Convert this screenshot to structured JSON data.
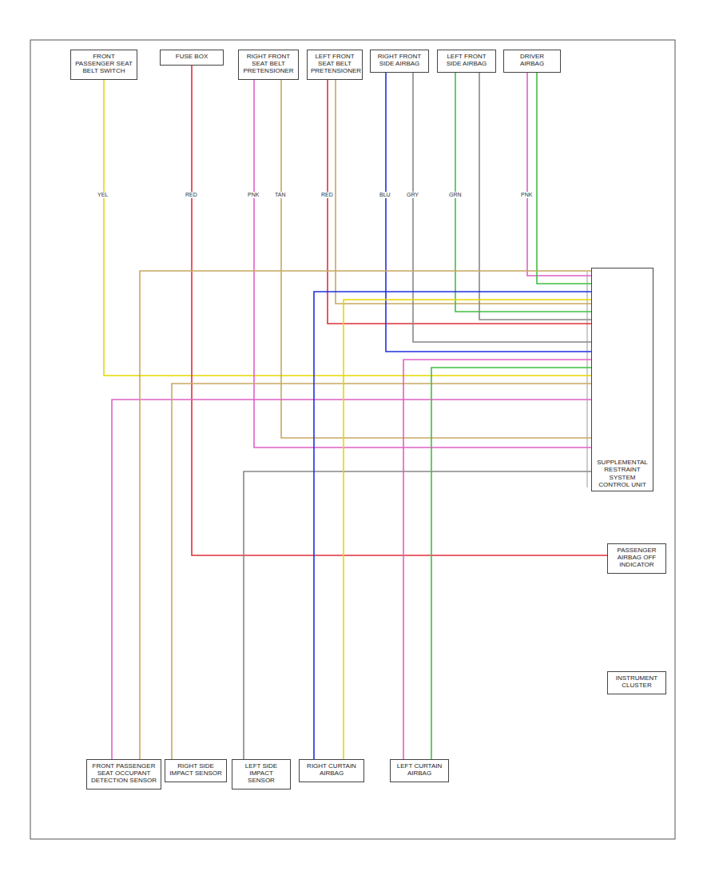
{
  "diagram": {
    "nodes": [
      {
        "text": [
          "FRONT PASSENGER SEAT BELT SWITCH"
        ]
      },
      {
        "text": [
          "FUSE BOX"
        ]
      },
      {
        "text": [
          "RIGHT FRONT SEAT BELT PRETENSIONER"
        ]
      },
      {
        "text": [
          "LEFT FRONT SEAT BELT PRETENSIONER"
        ]
      },
      {
        "text": [
          "RIGHT FRONT SIDE AIRBAG"
        ]
      },
      {
        "text": [
          "LEFT FRONT SIDE AIRBAG"
        ]
      },
      {
        "text": [
          "DRIVER AIRBAG"
        ]
      },
      {
        "text": [
          "SUPPLEMENTAL RESTRAINT SYSTEM CONTROL UNIT"
        ]
      },
      {
        "text": [
          "PASSENGER AIRBAG OFF INDICATOR"
        ]
      },
      {
        "text": [
          "INSTRUMENT CLUSTER"
        ]
      },
      {
        "text": [
          "FRONT PASSENGER SEAT OCCUPANT DETECTION SENSOR"
        ]
      },
      {
        "text": [
          "RIGHT SIDE IMPACT SENSOR"
        ]
      },
      {
        "text": [
          "LEFT SIDE IMPACT SENSOR"
        ]
      },
      {
        "text": [
          "RIGHT CURTAIN AIRBAG"
        ]
      },
      {
        "text": [
          "LEFT CURTAIN AIRBAG"
        ]
      }
    ],
    "edges": [
      {
        "from": 0,
        "to": 7,
        "arrow": "none"
      },
      {
        "from": 1,
        "to": 8,
        "arrow": "none"
      },
      {
        "from": 2,
        "to": 7,
        "arrow": "none"
      },
      {
        "from": 2,
        "to": 7,
        "arrow": "none"
      },
      {
        "from": 3,
        "to": 7,
        "arrow": "none"
      },
      {
        "from": 3,
        "to": 7,
        "arrow": "none"
      },
      {
        "from": 4,
        "to": 7,
        "arrow": "none"
      },
      {
        "from": 4,
        "to": 7,
        "arrow": "none"
      },
      {
        "from": 5,
        "to": 7,
        "arrow": "none"
      },
      {
        "from": 5,
        "to": 7,
        "arrow": "none"
      },
      {
        "from": 6,
        "to": 7,
        "arrow": "none"
      },
      {
        "from": 6,
        "to": 7,
        "arrow": "none"
      },
      {
        "from": 10,
        "to": 7,
        "arrow": "none"
      },
      {
        "from": 10,
        "to": 7,
        "arrow": "none"
      },
      {
        "from": 11,
        "to": 7,
        "arrow": "none"
      },
      {
        "from": 12,
        "to": 7,
        "arrow": "none"
      },
      {
        "from": 13,
        "to": 7,
        "arrow": "none"
      },
      {
        "from": 13,
        "to": 7,
        "arrow": "none"
      },
      {
        "from": 14,
        "to": 7,
        "arrow": "none"
      },
      {
        "from": 14,
        "to": 7,
        "arrow": "none"
      }
    ],
    "labels": [
      "YEL",
      "RED",
      "PNK",
      "TAN",
      "RED",
      "BLU",
      "GRY",
      "GRN",
      "PNK"
    ]
  }
}
